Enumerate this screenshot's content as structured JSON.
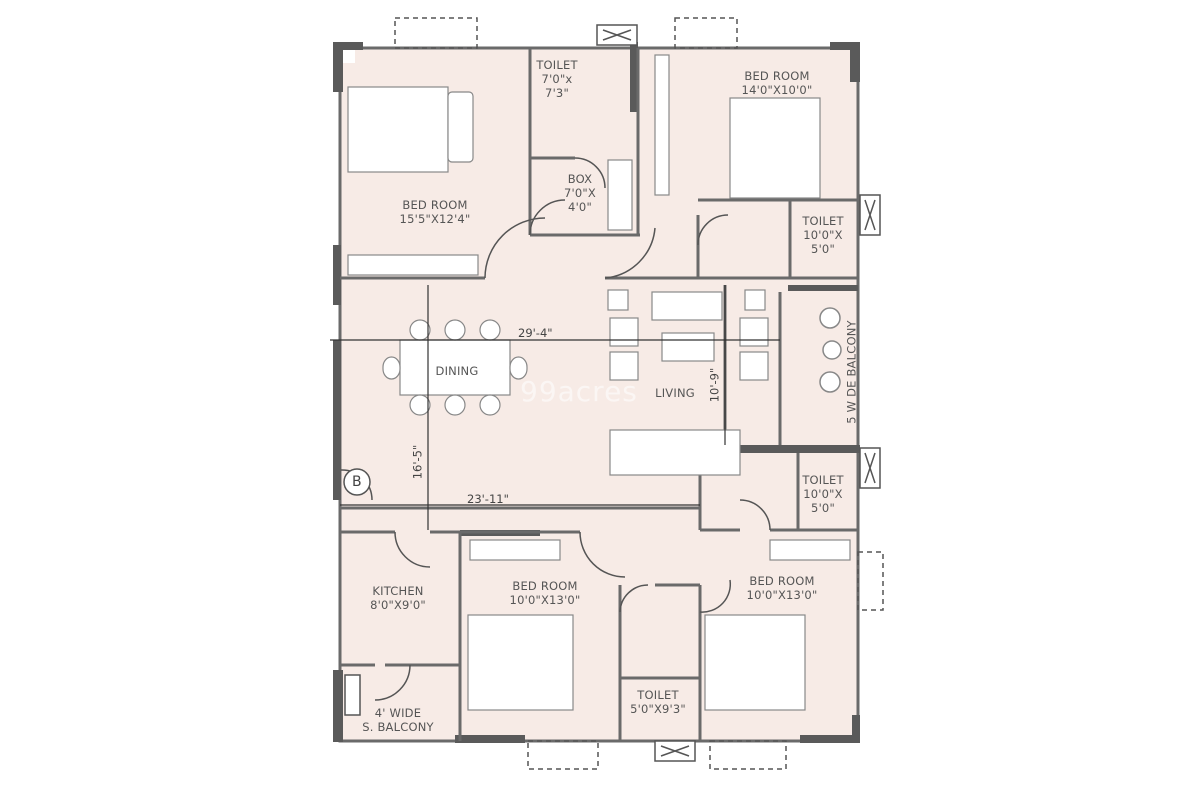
{
  "plan": {
    "colors": {
      "floor": "#f7ebe6",
      "wall": "#5a5a5a",
      "thin_wall": "#777777",
      "furniture_fill": "#ffffff",
      "furniture_stroke": "#888888",
      "background": "#ffffff"
    },
    "rooms": [
      {
        "id": "bedroom-1",
        "name": "BED ROOM",
        "size": "15'5\"X12'4\""
      },
      {
        "id": "toilet-1",
        "name": "TOILET",
        "size_line1": "7'0\"x",
        "size_line2": "7'3\""
      },
      {
        "id": "box",
        "name": "BOX",
        "size_line1": "7'0\"X",
        "size_line2": "4'0\""
      },
      {
        "id": "bedroom-2",
        "name": "BED ROOM",
        "size": "14'0\"X10'0\""
      },
      {
        "id": "toilet-2",
        "name": "TOILET",
        "size_line1": "10'0\"X",
        "size_line2": "5'0\""
      },
      {
        "id": "dining",
        "name": "DINING"
      },
      {
        "id": "living",
        "name": "LIVING"
      },
      {
        "id": "balcony-side",
        "name": "5 W DE BALCONY"
      },
      {
        "id": "toilet-3",
        "name": "TOILET",
        "size_line1": "10'0\"X",
        "size_line2": "5'0\""
      },
      {
        "id": "kitchen",
        "name": "KITCHEN",
        "size": "8'0\"X9'0\""
      },
      {
        "id": "bedroom-3",
        "name": "BED ROOM",
        "size": "10'0\"X13'0\""
      },
      {
        "id": "bedroom-4",
        "name": "BED ROOM",
        "size": "10'0\"X13'0\""
      },
      {
        "id": "toilet-4",
        "name": "TOILET",
        "size": "5'0\"X9'3\""
      },
      {
        "id": "s-balcony",
        "name_line1": "4' WIDE",
        "name_line2": "S. BALCONY"
      }
    ],
    "dimensions": {
      "horizontal_top": "29'-4\"",
      "horizontal_bottom": "23'-11\"",
      "vertical_left": "16'-5\"",
      "vertical_right": "10'-9\""
    },
    "markers": {
      "b_marker": "B"
    },
    "watermark": "99acres"
  }
}
